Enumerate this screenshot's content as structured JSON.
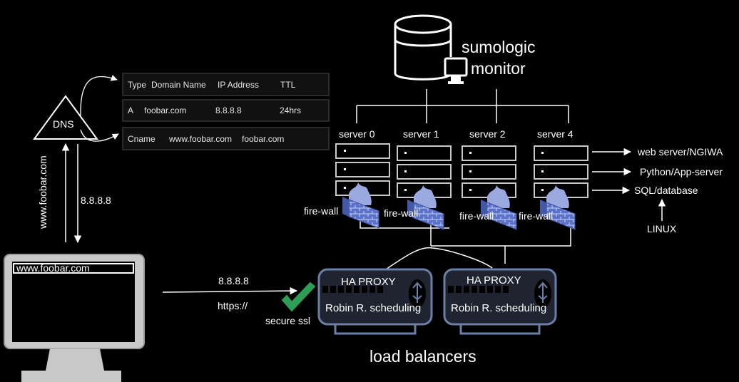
{
  "dns": {
    "label": "DNS",
    "table": {
      "headers": [
        "Type",
        "Domain Name",
        "IP Address",
        "TTL"
      ],
      "row_a": [
        "A",
        "foobar.com",
        "8.8.8.8",
        "24hrs"
      ],
      "row_cname": [
        "Cname",
        "www.foobar.com",
        "foobar.com"
      ]
    }
  },
  "client": {
    "request_label": "www.foobar.com",
    "response_label": "8.8.8.8",
    "address_bar": "www.foobar.com",
    "lb_ip": "8.8.8.8",
    "protocol": "https://",
    "ssl_label": "secure ssl"
  },
  "monitor": {
    "line1": "sumologic",
    "line2": "monitor"
  },
  "servers": [
    {
      "name": "server 0",
      "firewall": "fire-wall"
    },
    {
      "name": "server 1",
      "firewall": "fire-wall"
    },
    {
      "name": "server 2",
      "firewall": "fire-wall"
    },
    {
      "name": "server 4",
      "firewall": "fire-wall"
    }
  ],
  "stack": [
    "web server/NGIWA",
    "Python/App-server",
    "SQL/database"
  ],
  "os": "LINUX",
  "load_balancers": {
    "caption": "load balancers",
    "units": [
      {
        "title": "HA PROXY",
        "algorithm": "Robin R. scheduling"
      },
      {
        "title": "HA PROXY",
        "algorithm": "Robin R. scheduling"
      }
    ]
  },
  "colors": {
    "background": "#000000",
    "line": "#ffffff",
    "lb_fill": "#1f2430",
    "lb_stroke": "#6c7fa8",
    "firewall": "#5b72c9",
    "check": "#2e9e57",
    "dns_box": "#111111"
  }
}
